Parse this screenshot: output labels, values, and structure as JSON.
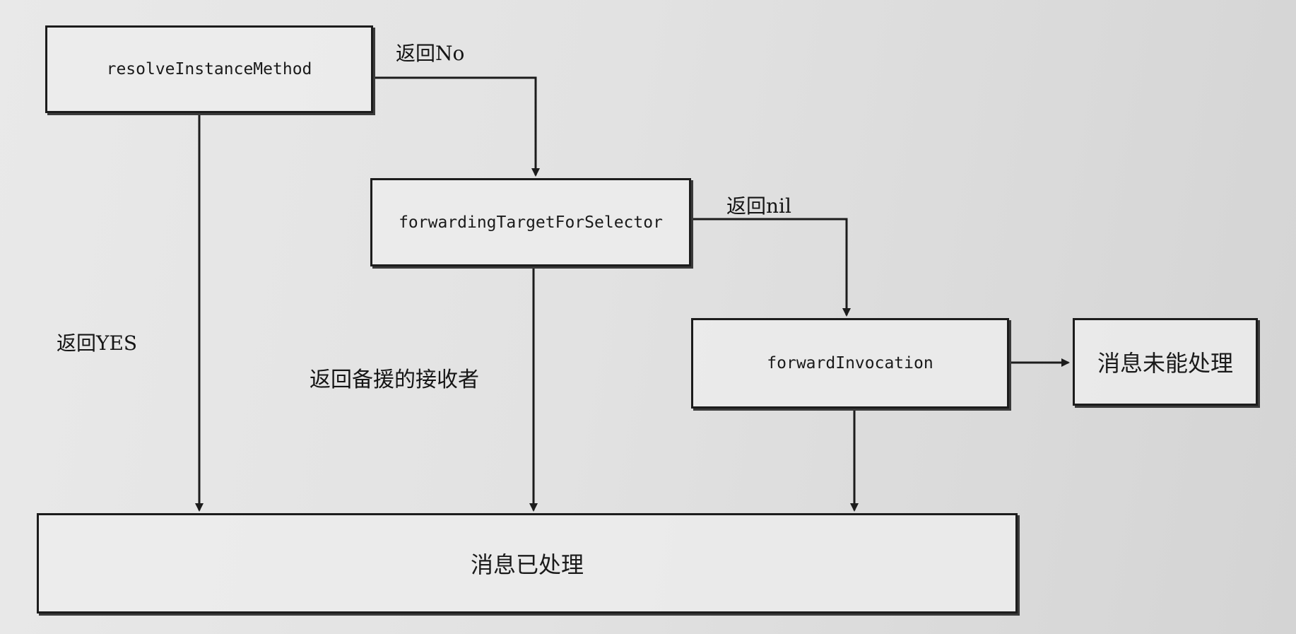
{
  "nodes": {
    "resolve": "resolveInstanceMethod",
    "forwarding_target": "forwardingTargetForSelector",
    "forward_invocation": "forwardInvocation",
    "unhandled": "消息未能处理",
    "handled": "消息已处理"
  },
  "edges": {
    "return_no": "返回No",
    "return_nil": "返回nil",
    "return_yes": "返回YES",
    "return_backup_receiver": "返回备援的接收者"
  },
  "colors": {
    "line": "#1c1c1c",
    "box_border": "#1c1c1c",
    "background": "#e2e2e2"
  }
}
